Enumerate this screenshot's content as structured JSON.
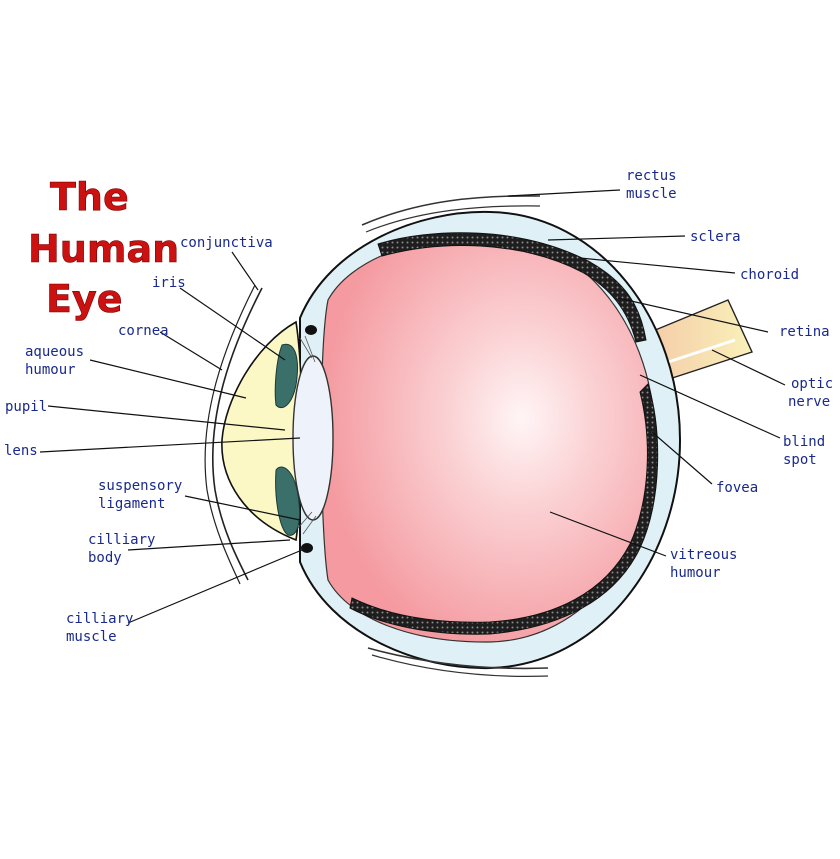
{
  "title": {
    "lines": [
      "The",
      "Human",
      "Eye"
    ]
  },
  "labels": {
    "rectus_muscle": [
      "rectus",
      "muscle"
    ],
    "sclera": [
      "sclera"
    ],
    "choroid": [
      "choroid"
    ],
    "retina": [
      "retina"
    ],
    "optic_nerve": [
      "optic",
      "nerve"
    ],
    "blind_spot": [
      "blind",
      "spot"
    ],
    "fovea": [
      "fovea"
    ],
    "vitreous_humour": [
      "vitreous",
      "humour"
    ],
    "conjunctiva": [
      "conjunctiva"
    ],
    "iris": [
      "iris"
    ],
    "cornea": [
      "cornea"
    ],
    "aqueous_humour": [
      "aqueous",
      "humour"
    ],
    "pupil": [
      "pupil"
    ],
    "lens": [
      "lens"
    ],
    "suspensory_ligament": [
      "suspensory",
      "ligament"
    ],
    "cilliary_body": [
      "cilliary",
      "body"
    ],
    "cilliary_muscle": [
      "cilliary",
      "muscle"
    ]
  },
  "colors": {
    "title_red": "#cc1111",
    "label_blue": "#1a2a8c",
    "vitreous_pink": "#f7a7ab",
    "aqueous_yellow": "#fbf8c6",
    "sclera_blue": "#dff1f7",
    "choroid_dark": "#222222",
    "iris_green": "#3b6f6a",
    "optic_nerve_peach": "#f3c9a2"
  }
}
